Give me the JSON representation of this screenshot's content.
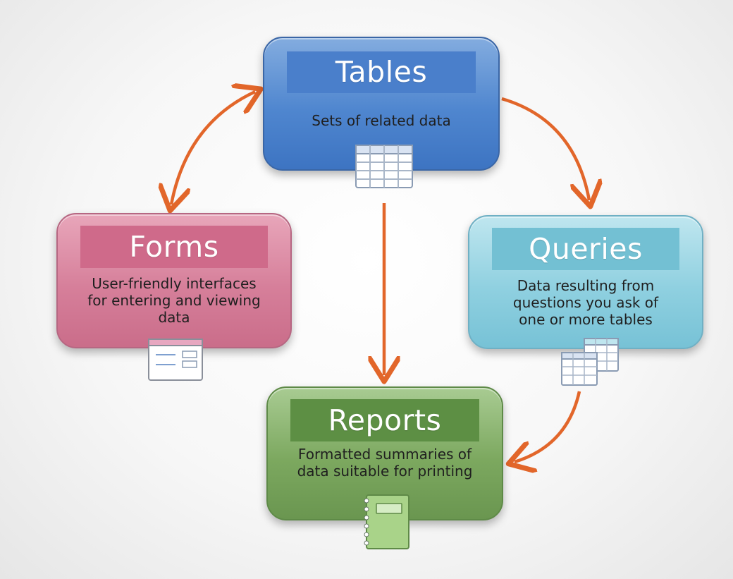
{
  "colors": {
    "arrow": "#e2662a",
    "tables": "#4a7fcb",
    "forms": "#cf6a8a",
    "queries": "#73c0d3",
    "reports": "#5d8f44"
  },
  "nodes": {
    "tables": {
      "title": "Tables",
      "lines": [
        "Sets of related data"
      ],
      "icon": "table-grid-icon"
    },
    "forms": {
      "title": "Forms",
      "lines": [
        "User-friendly interfaces",
        "for entering and viewing",
        "data"
      ],
      "icon": "form-window-icon"
    },
    "queries": {
      "title": "Queries",
      "lines": [
        "Data resulting from",
        "questions you ask of",
        "one or more tables"
      ],
      "icon": "stacked-tables-icon"
    },
    "reports": {
      "title": "Reports",
      "lines": [
        "Formatted summaries of",
        "data suitable for printing"
      ],
      "icon": "report-notebook-icon"
    }
  },
  "edges": [
    {
      "from": "tables",
      "to": "forms",
      "direction": "both"
    },
    {
      "from": "tables",
      "to": "queries",
      "direction": "forward"
    },
    {
      "from": "tables",
      "to": "reports",
      "direction": "forward"
    },
    {
      "from": "queries",
      "to": "reports",
      "direction": "forward"
    }
  ]
}
